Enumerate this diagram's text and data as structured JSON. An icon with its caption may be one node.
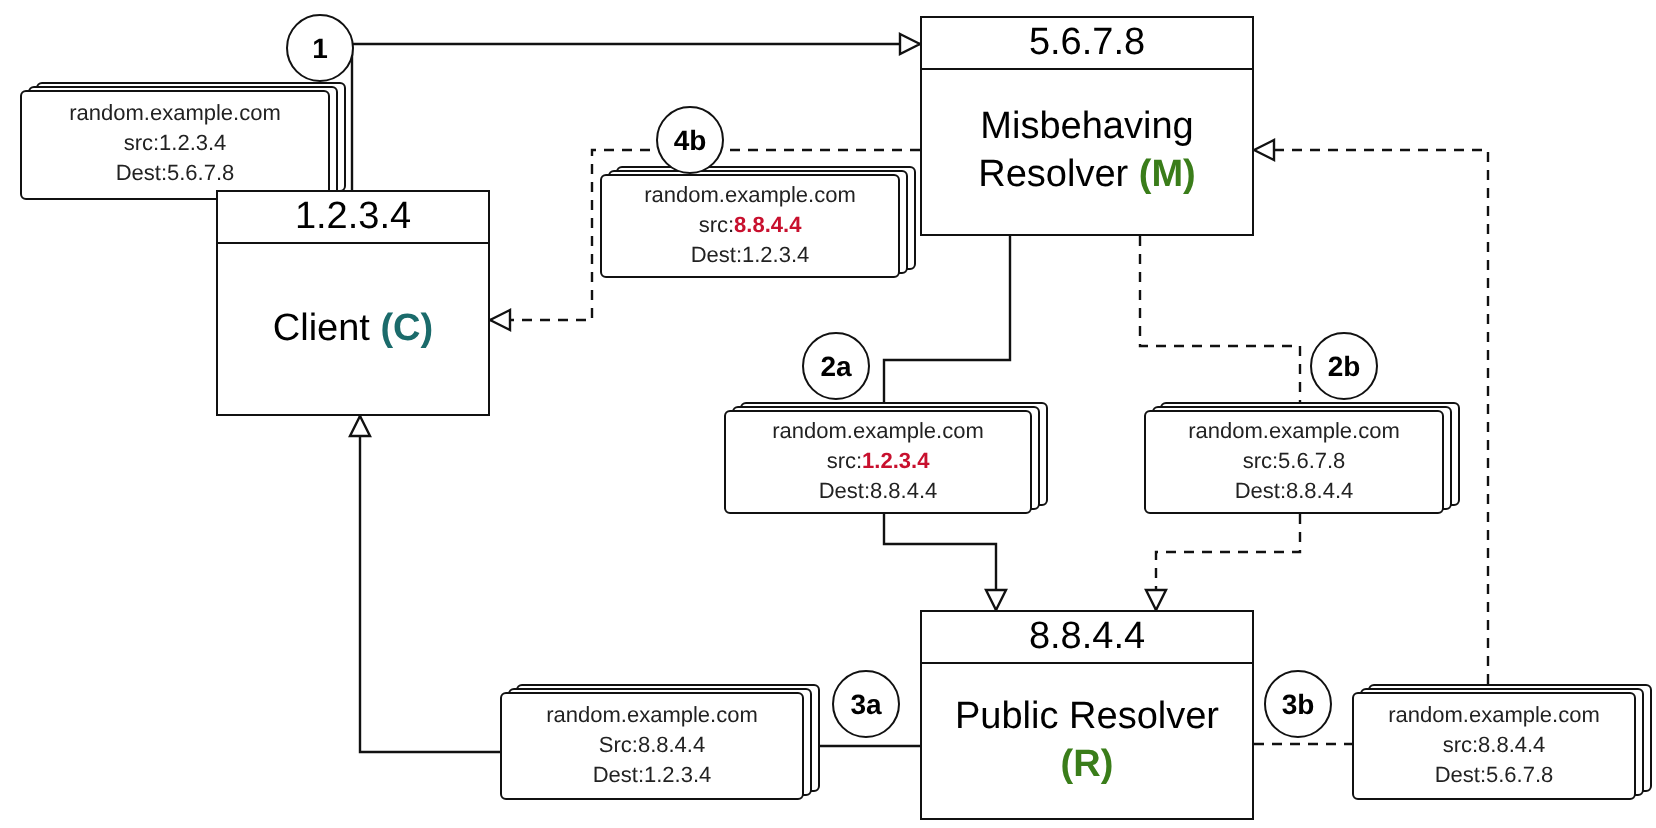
{
  "diagram": {
    "nodes": [
      {
        "text": [
          "random.example.com",
          "src:1.2.3.4",
          "Dest:5.6.7.8"
        ]
      },
      {
        "text": [
          "1.2.3.4",
          "Client **(C)**"
        ]
      },
      {
        "text": [
          "5.6.7.8",
          "Misbehaving Resolver **(M)**"
        ]
      },
      {
        "text": [
          "random.example.com",
          "src:**8.8.4.4**",
          "Dest:1.2.3.4"
        ]
      },
      {
        "text": [
          "random.example.com",
          "src:**1.2.3.4**",
          "Dest:8.8.4.4"
        ]
      },
      {
        "text": [
          "random.example.com",
          "src:5.6.7.8",
          "Dest:8.8.4.4"
        ]
      },
      {
        "text": [
          "random.example.com",
          "Src:8.8.4.4",
          "Dest:1.2.3.4"
        ]
      },
      {
        "text": [
          "8.8.4.4",
          "Public Resolver **(R)**"
        ]
      },
      {
        "text": [
          "random.example.com",
          "src:8.8.4.4",
          "Dest:5.6.7.8"
        ]
      }
    ],
    "edges": [
      {
        "from": 1,
        "to": 2,
        "arrow": "to",
        "label": "1"
      },
      {
        "from": 2,
        "to": 1,
        "arrow": "to",
        "label": "4b",
        "style": "dashed"
      },
      {
        "from": 2,
        "to": 4,
        "arrow": "none",
        "label": "2a"
      },
      {
        "from": 4,
        "to": 7,
        "arrow": "to"
      },
      {
        "from": 2,
        "to": 5,
        "arrow": "none",
        "label": "2b",
        "style": "dashed"
      },
      {
        "from": 5,
        "to": 7,
        "arrow": "to",
        "style": "dashed"
      },
      {
        "from": 7,
        "to": 6,
        "arrow": "none",
        "label": "3a"
      },
      {
        "from": 6,
        "to": 1,
        "arrow": "to"
      },
      {
        "from": 7,
        "to": 8,
        "arrow": "none",
        "label": "3b",
        "style": "dashed"
      },
      {
        "from": 8,
        "to": 2,
        "arrow": "to",
        "style": "dashed"
      }
    ]
  }
}
